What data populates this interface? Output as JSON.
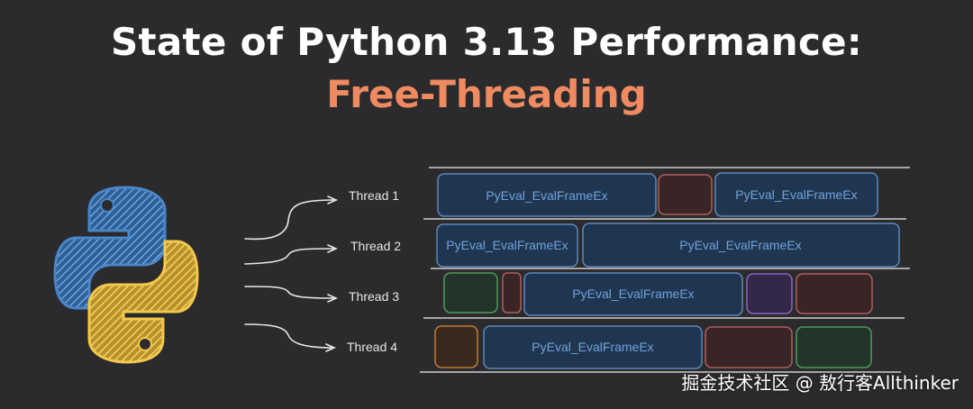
{
  "title": "State of Python 3.13 Performance:",
  "subtitle": "Free-Threading",
  "threads": [
    {
      "label": "Thread 1"
    },
    {
      "label": "Thread 2"
    },
    {
      "label": "Thread 3"
    },
    {
      "label": "Thread 4"
    }
  ],
  "frame_label": "PyEval_EvalFrameEx",
  "watermark": "掘金技术社区 @ 敖行客Allthinker",
  "colors": {
    "background": "#2b2b2d",
    "title": "#ffffff",
    "subtitle": "#f08a60",
    "python_blue": "#4a86c8",
    "python_yellow": "#f2c94c",
    "frame_fill": "#1f3550",
    "frame_stroke": "#5e87b8",
    "frame_text": "#6fa2dc"
  }
}
